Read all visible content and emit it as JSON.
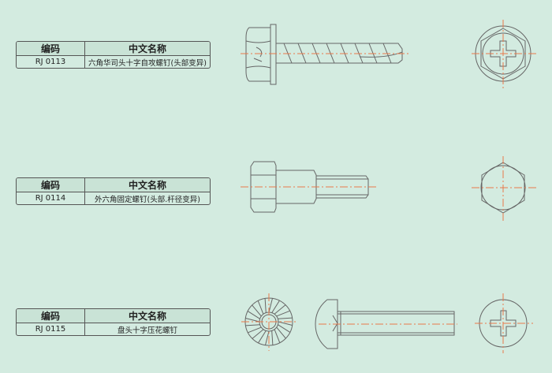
{
  "parts": [
    {
      "header_code": "编码",
      "header_name": "中文名称",
      "code": "RJ 0113",
      "name": "六角华司头十字自攻螺钉(头部变异)"
    },
    {
      "header_code": "编码",
      "header_name": "中文名称",
      "code": "RJ 0114",
      "name": "外六角固定螺钉(头部.杆径变异)"
    },
    {
      "header_code": "编码",
      "header_name": "中文名称",
      "code": "RJ 0115",
      "name": "盘头十字压花螺钉"
    }
  ],
  "colors": {
    "background": "#d3ebe0",
    "line": "#666666",
    "centerline": "#e8784a"
  }
}
